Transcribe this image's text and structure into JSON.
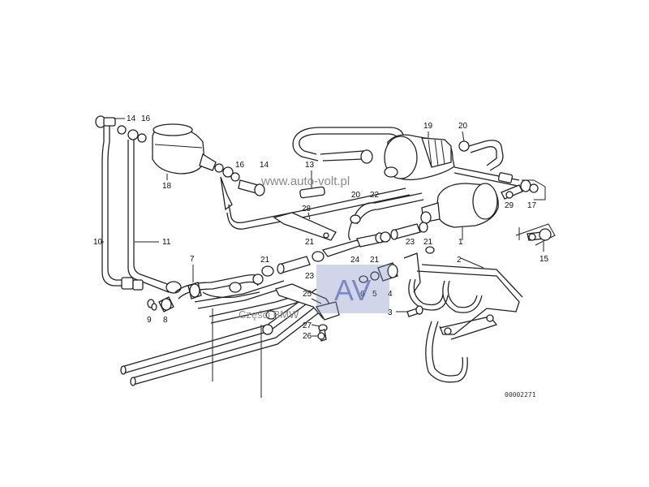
{
  "watermark": {
    "url": "www.auto-volt.pl",
    "caption": "Części BMW",
    "logo_letters": "AV"
  },
  "diagram_code": "00002271",
  "colors": {
    "line": "#222222",
    "watermark_gray": "#8a8a8a",
    "logo_blue": "#7a86c2"
  },
  "callouts": [
    "14",
    "16",
    "18",
    "16",
    "14",
    "13",
    "19",
    "20",
    "20",
    "22",
    "28",
    "29",
    "17",
    "15",
    "10",
    "11",
    "7",
    "21",
    "21",
    "23",
    "24",
    "21",
    "23",
    "21",
    "1",
    "2",
    "6",
    "5",
    "4",
    "9",
    "8",
    "25",
    "3",
    "27",
    "26"
  ]
}
